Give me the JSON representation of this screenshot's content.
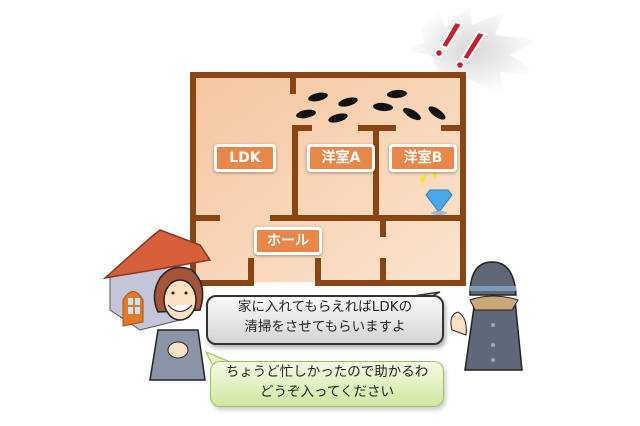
{
  "floor_plan": {
    "rooms": [
      {
        "id": "ldk",
        "label": "LDK"
      },
      {
        "id": "room-a",
        "label": "洋室A"
      },
      {
        "id": "room-b",
        "label": "洋室B"
      },
      {
        "id": "hall",
        "label": "ホール"
      }
    ],
    "colors": {
      "wall": "#8b4513",
      "floor": "#f7d2b2",
      "label_bg": "#e8874a"
    }
  },
  "alert": {
    "symbol": "!!",
    "color": "#c8202a"
  },
  "dialogue": {
    "intruder": {
      "lines": [
        "家に入れてもらえればLDKの",
        "清掃をさせてもらいますよ"
      ]
    },
    "resident": {
      "lines": [
        "ちょうど忙しかったので助かるわ",
        "どうぞ入ってください"
      ]
    }
  },
  "characters": {
    "resident": "woman-resident",
    "intruder": "hat-man-intruder"
  }
}
